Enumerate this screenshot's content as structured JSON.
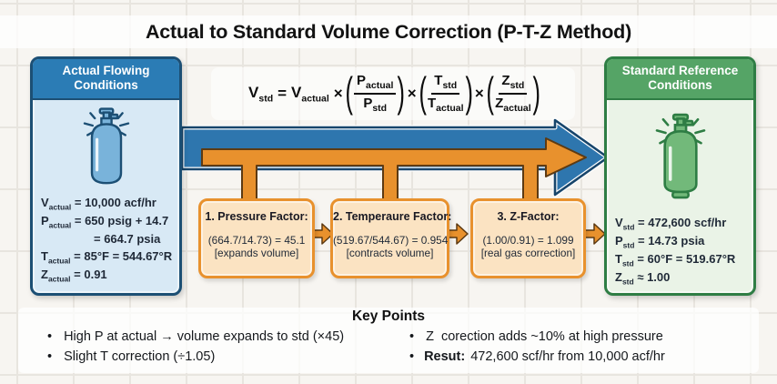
{
  "title": "Actual to Standard Volume Correction (P-T-Z Method)",
  "colors": {
    "blue_header": "#2b7cb5",
    "blue_border": "#1c4f74",
    "blue_body": "#d8e9f5",
    "green_header": "#55a466",
    "green_border": "#2e7d44",
    "green_body": "#eaf3e7",
    "orange": "#e8912d",
    "orange_dark": "#5d3a12",
    "orange_fill": "#fbe3c2",
    "arrow_blue": "#2e76ae",
    "arrow_blue_dark": "#17456b",
    "cyl_blue": "#79b3da",
    "cyl_green": "#72b97a"
  },
  "panels": {
    "left": {
      "title_line1": "Actual Flowing",
      "title_line2": "Conditions",
      "icon": "gas-cylinder-icon",
      "values": [
        {
          "sym": "V",
          "sub": "actual",
          "rest": "= 10,000 acf/hr"
        },
        {
          "sym": "P",
          "sub": "actual",
          "rest": "= 650 psig + 14.7"
        },
        {
          "sym": "",
          "sub": "",
          "rest": "= 664.7 psia"
        },
        {
          "sym": "T",
          "sub": "actual",
          "rest": "= 85°F = 544.67°R"
        },
        {
          "sym": "Z",
          "sub": "actual",
          "rest": "= 0.91"
        }
      ]
    },
    "right": {
      "title_line1": "Standard Reference",
      "title_line2": "Conditions",
      "icon": "gas-cylinder-icon",
      "values": [
        {
          "sym": "V",
          "sub": "std",
          "rest": "= 472,600 scf/hr"
        },
        {
          "sym": "P",
          "sub": "std",
          "rest": "= 14.73 psia"
        },
        {
          "sym": "T",
          "sub": "std",
          "rest": "= 60°F = 519.67°R"
        },
        {
          "sym": "Z",
          "sub": "std",
          "rest": "≈ 1.00"
        }
      ]
    }
  },
  "formula": {
    "result_sym": "V",
    "result_sub": "std",
    "equals": "=",
    "base_sym": "V",
    "base_sub": "actual",
    "times": "×",
    "paren_open": "(",
    "paren_close": ")",
    "fractions": [
      {
        "num_sym": "P",
        "num_sub": "actual",
        "den_sym": "P",
        "den_sub": "std"
      },
      {
        "num_sym": "T",
        "num_sub": "std",
        "den_sym": "T",
        "den_sub": "actual"
      },
      {
        "num_sym": "Z",
        "num_sub": "std",
        "den_sym": "Z",
        "den_sub": "actual"
      }
    ]
  },
  "factors": [
    {
      "title": "1. Pressure Factor:",
      "calc": "(664.7/14.73) = 45.1",
      "note": "[expands volume]"
    },
    {
      "title": "2. Temperaure Factor:",
      "calc": "(519.67/544.67) = 0.954",
      "note": "[contracts volume]"
    },
    {
      "title": "3. Z-Factor:",
      "calc": "(1.00/0.91) = 1.099",
      "note": "[real gas correction]"
    }
  ],
  "key_points": {
    "title": "Key Points",
    "left": [
      {
        "prefix": "",
        "text": "High P at actual → volume expands to std (×45)"
      },
      {
        "prefix": "",
        "text": "Slight T correction (÷1.05)"
      }
    ],
    "right": [
      {
        "prefix": "",
        "text": "Z  corection adds ~10% at high pressure"
      },
      {
        "prefix": "Resut:",
        "text": " 472,600 scf/hr from 10,000 acf/hr"
      }
    ]
  }
}
